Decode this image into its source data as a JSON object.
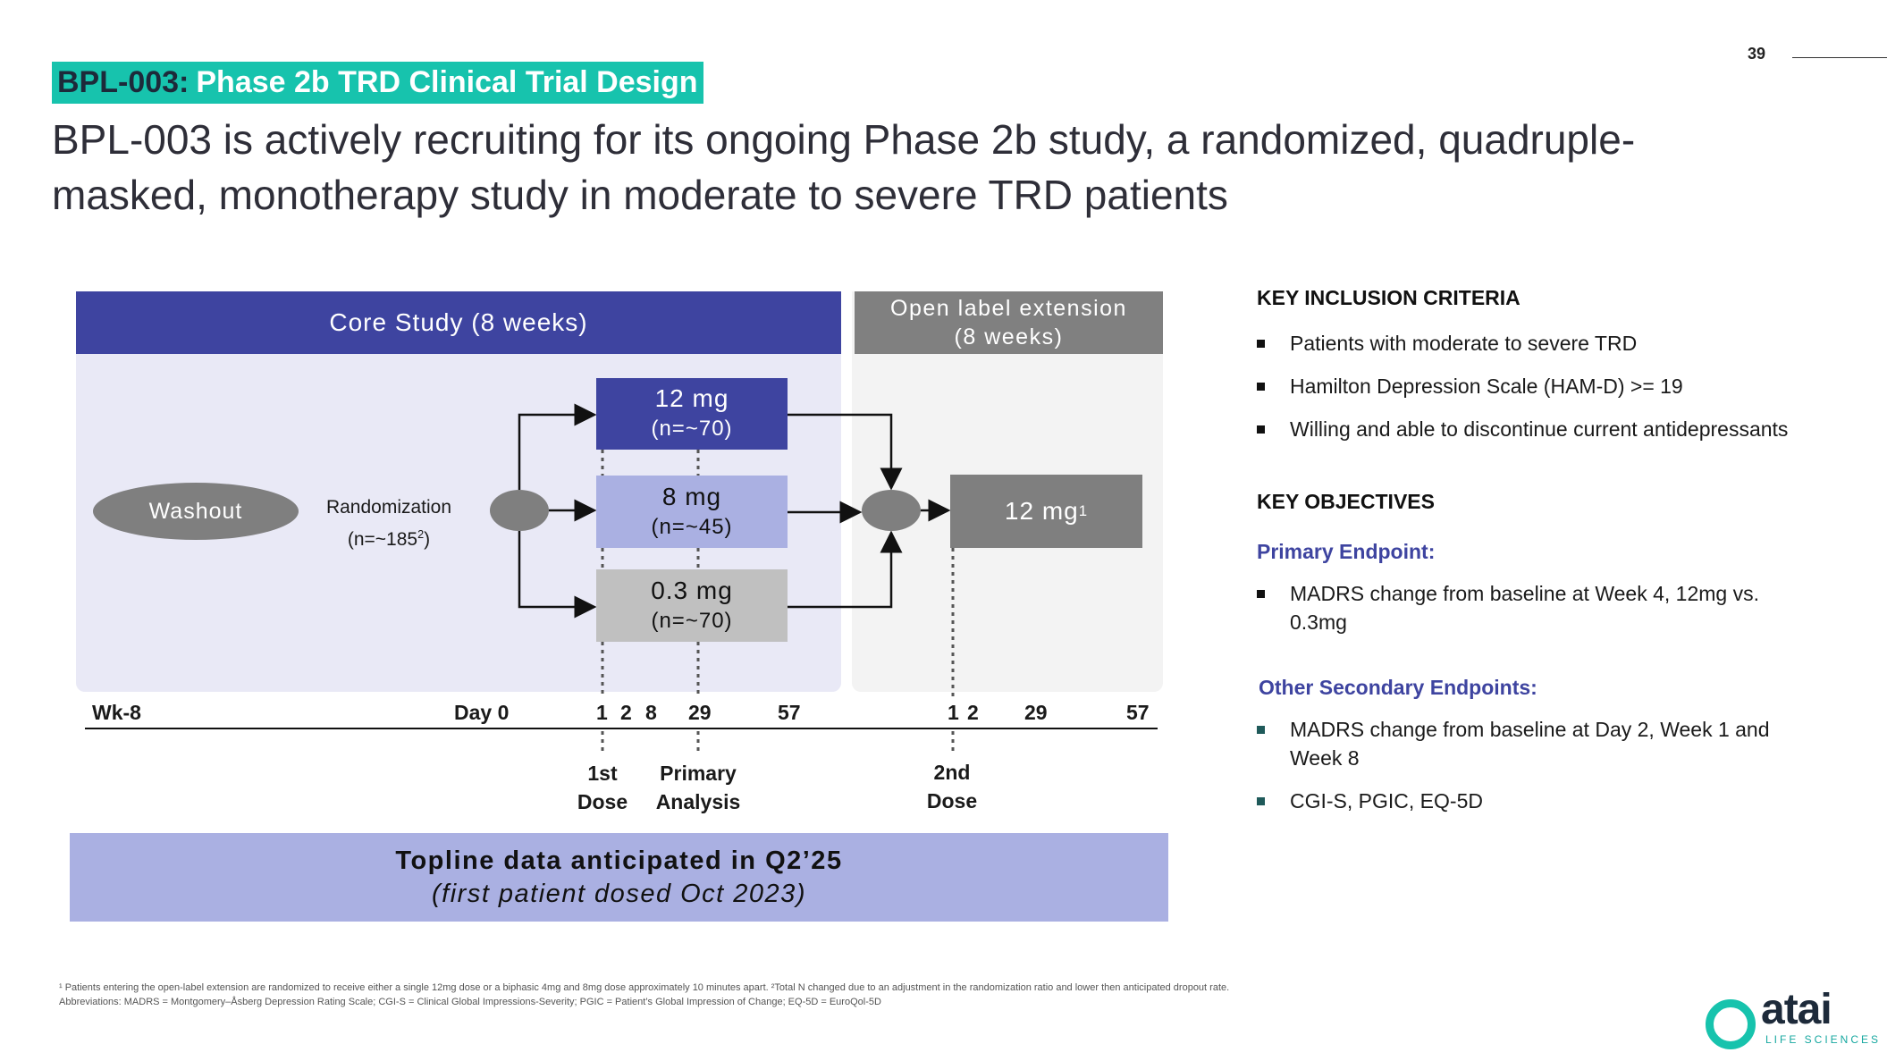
{
  "page_number": "39",
  "header": {
    "tag_code": "BPL-003:",
    "tag_title": "Phase 2b TRD Clinical Trial Design",
    "headline": "BPL-003 is actively recruiting for its ongoing Phase 2b study, a randomized, quadruple-masked, monotherapy study in moderate to severe TRD patients"
  },
  "diagram": {
    "core_header": "Core Study (8 weeks)",
    "ole_header": "Open label extension\n(8 weeks)",
    "washout": "Washout",
    "randomization": "Randomization",
    "randomization_n": "(n=~185",
    "randomization_sup": "2",
    "randomization_close": ")",
    "doses": [
      {
        "dose": "12 mg",
        "n": "(n=~70)"
      },
      {
        "dose": "8 mg",
        "n": "(n=~45)"
      },
      {
        "dose": "0.3 mg",
        "n": "(n=~70)"
      }
    ],
    "ole_dose": "12 mg",
    "ole_dose_sup": "1",
    "timeline": {
      "wk": "Wk-8",
      "day0": "Day 0",
      "core_days": [
        "1",
        "2",
        "8",
        "29",
        "57"
      ],
      "ole_days": [
        "1",
        "2",
        "29",
        "57"
      ]
    },
    "markers": {
      "first_dose": [
        "1st",
        "Dose"
      ],
      "primary": [
        "Primary",
        "Analysis"
      ],
      "second_dose": [
        "2nd",
        "Dose"
      ]
    }
  },
  "topline": {
    "line1": "Topline data anticipated in Q2’25",
    "line2": "(first patient dosed Oct 2023)"
  },
  "right": {
    "inclusion_title": "KEY INCLUSION CRITERIA",
    "inclusion": [
      "Patients with moderate to severe TRD",
      "Hamilton Depression Scale (HAM-D) >= 19",
      "Willing and able to discontinue current antidepressants"
    ],
    "objectives_title": "KEY OBJECTIVES",
    "primary_title": "Primary Endpoint:",
    "primary": [
      "MADRS change from baseline at Week 4, 12mg vs. 0.3mg"
    ],
    "secondary_title": "Other Secondary Endpoints:",
    "secondary": [
      "MADRS change from baseline at Day 2, Week 1 and Week 8",
      "CGI-S, PGIC, EQ-5D"
    ]
  },
  "footnotes": {
    "fn1": "¹ Patients entering the open-label extension are randomized to receive either a single 12mg dose or a biphasic 4mg and 8mg dose approximately 10 minutes apart. ²Total N changed due to an adjustment in the randomization ratio and lower then anticipated dropout rate.",
    "fn2": "Abbreviations: MADRS = Montgomery–Åsberg Depression Rating Scale; CGI-S = Clinical Global Impressions-Severity; PGIC = Patient’s Global Impression of Change; EQ-5D = EuroQol-5D"
  },
  "logo": {
    "word": "atai",
    "sub": "LIFE SCIENCES"
  },
  "colors": {
    "teal": "#17c3ad",
    "navy": "#3e44a0",
    "lavender": "#aab0e2",
    "gray": "#7f7f7f"
  }
}
